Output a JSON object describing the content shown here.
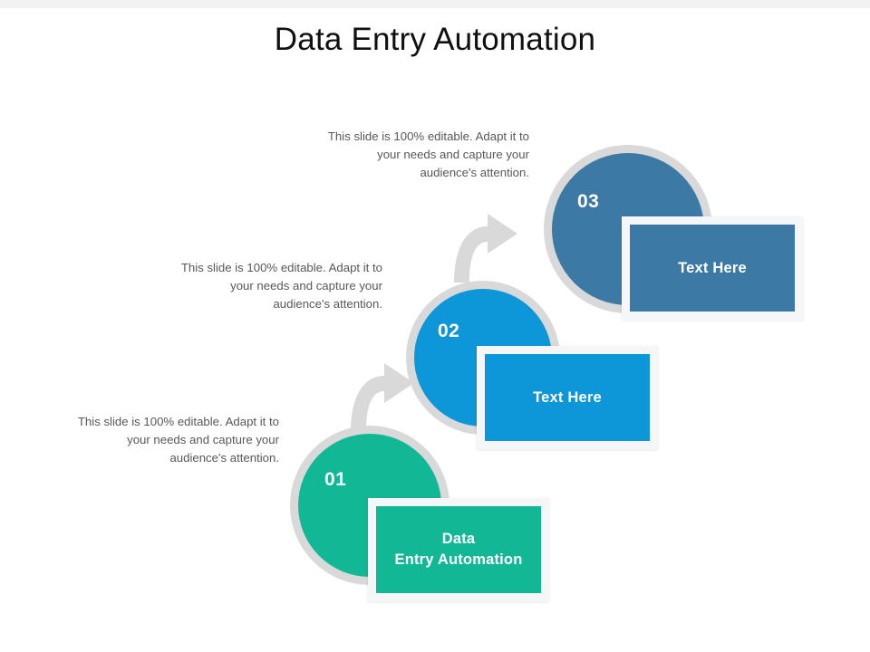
{
  "slide": {
    "title": "Data Entry Automation",
    "background_color": "#ffffff",
    "title_color": "#101010",
    "top_edge_color": "#f2f2f2"
  },
  "body_text": "This slide is 100% editable.  Adapt it to your needs and capture your audience's attention.",
  "steps": [
    {
      "number": "01",
      "label": "Data\nEntry Automation",
      "label_line_1": "Data",
      "label_line_2": "Entry Automation",
      "color": "#12b795",
      "ring_color": "#d9d9d9",
      "frame_color": "#f4f6f7",
      "description": "This slide is 100% editable.  Adapt it to your needs and capture your audience's attention."
    },
    {
      "number": "02",
      "label": "Text Here",
      "color": "#0d96d8",
      "ring_color": "#d9d9d9",
      "frame_color": "#f4f6f7",
      "description": "This slide is 100% editable.  Adapt it to your needs and capture your audience's attention."
    },
    {
      "number": "03",
      "label": "Text Here",
      "color": "#3d79a5",
      "ring_color": "#d9d9d9",
      "frame_color": "#f4f6f7",
      "description": "This slide is 100% editable.  Adapt it to your needs and capture your audience's attention."
    }
  ],
  "arrows": {
    "color": "#d9d9d9",
    "count": 2,
    "direction": "up-right",
    "shape": "curved-hook-arrow"
  },
  "icons": {
    "arrow_1": "curved-arrow-icon",
    "arrow_2": "curved-arrow-icon"
  }
}
